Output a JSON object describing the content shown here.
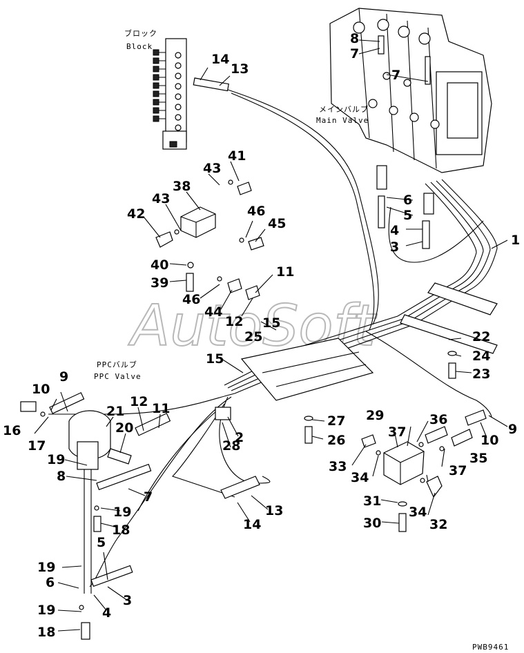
{
  "labels": {
    "block_jp": "ブロック",
    "block_en": "Block",
    "main_valve_jp": "メインバルブ",
    "main_valve_en": "Main Valve",
    "ppc_valve_jp": "PPCバルブ",
    "ppc_valve_en": "PPC Valve",
    "watermark": "AutoSoft",
    "drawing_code": "PWB9461"
  },
  "callouts": {
    "c1": "1",
    "c2": "2",
    "c3a": "3",
    "c3b": "3",
    "c4a": "4",
    "c4b": "4",
    "c5a": "5",
    "c5b": "5",
    "c6a": "6",
    "c6b": "6",
    "c7a": "7",
    "c7b": "7",
    "c7c": "7",
    "c8a": "8",
    "c8b": "8",
    "c9a": "9",
    "c9b": "9",
    "c10a": "10",
    "c10b": "10",
    "c11a": "11",
    "c11b": "11",
    "c12a": "12",
    "c12b": "12",
    "c13a": "13",
    "c13b": "13",
    "c14a": "14",
    "c14b": "14",
    "c15a": "15",
    "c15b": "15",
    "c16": "16",
    "c17": "17",
    "c18a": "18",
    "c18b": "18",
    "c19a": "19",
    "c19b": "19",
    "c19c": "19",
    "c19d": "19",
    "c20": "20",
    "c21": "21",
    "c22": "22",
    "c23": "23",
    "c24": "24",
    "c25": "25",
    "c26": "26",
    "c27": "27",
    "c28": "28",
    "c29": "29",
    "c30": "30",
    "c31": "31",
    "c32": "32",
    "c33": "33",
    "c34a": "34",
    "c34b": "34",
    "c35": "35",
    "c36": "36",
    "c37a": "37",
    "c37b": "37",
    "c38": "38",
    "c39": "39",
    "c40": "40",
    "c41": "41",
    "c42": "42",
    "c43a": "43",
    "c43b": "43",
    "c44": "44",
    "c45": "45",
    "c46a": "46",
    "c46b": "46"
  }
}
